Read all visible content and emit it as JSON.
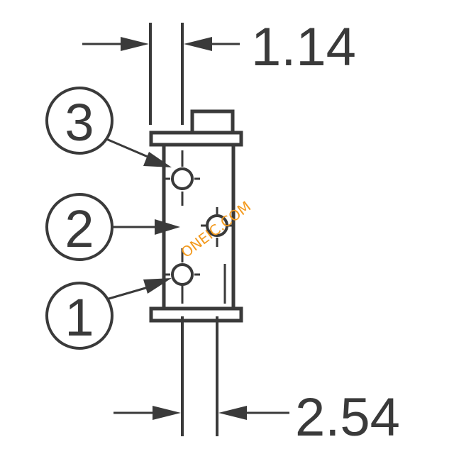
{
  "dimensions": {
    "top": "1.14",
    "bottom": "2.54"
  },
  "pins": [
    {
      "label": "3"
    },
    {
      "label": "2"
    },
    {
      "label": "1"
    }
  ],
  "watermark": "ONEIC.COM",
  "colors": {
    "line": "#3a3a3a",
    "watermark": "#f39a1e"
  }
}
